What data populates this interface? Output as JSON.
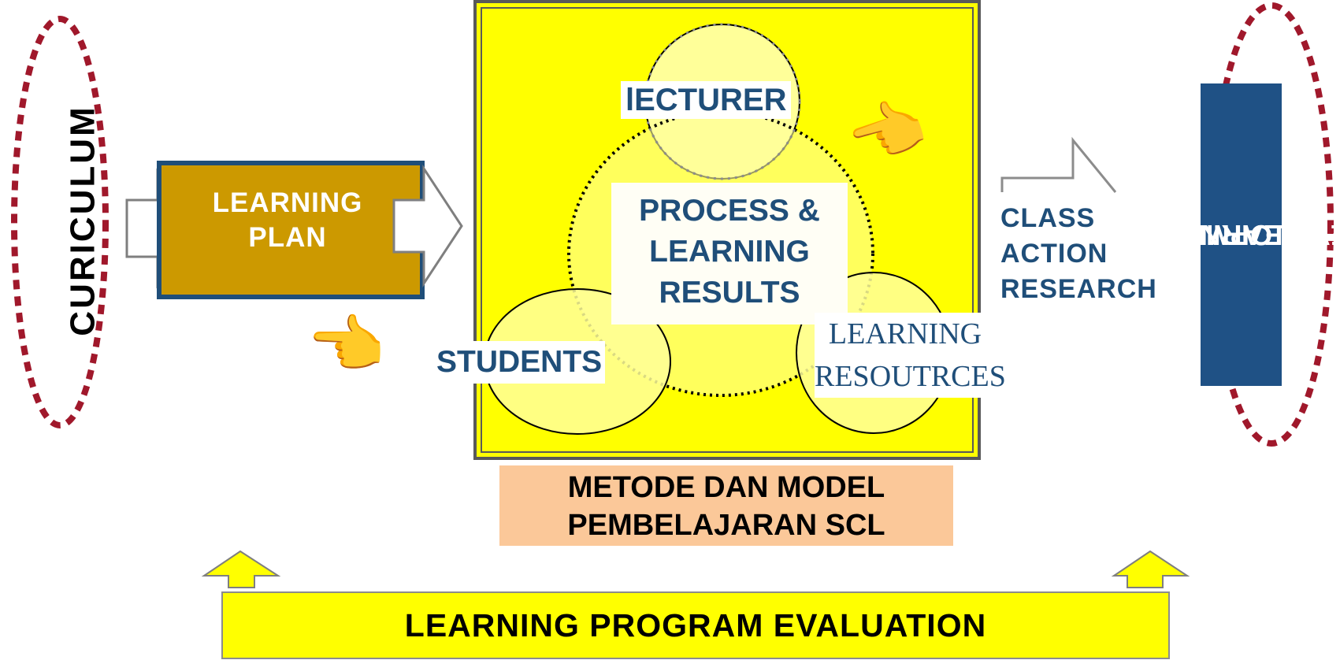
{
  "left_label": "CURICULUM",
  "learning_plan": {
    "line1": "LEARNING",
    "line2": "PLAN"
  },
  "center": {
    "lecturer": "lECTURER",
    "process_line1": "PROCESS &",
    "process_line2": "LEARNING",
    "process_line3": "RESULTS",
    "students": "STUDENTS",
    "resources_line1": "LEARNING",
    "resources_line2": "RESOUTRCES"
  },
  "metode": {
    "line1": "METODE DAN MODEL",
    "line2": "PEMBELAJARAN SCL"
  },
  "class_action": {
    "line1": "CLASS",
    "line2": "ACTION",
    "line3": "RESEARCH"
  },
  "right_label": {
    "line1": "LEARNING",
    "line2": "DEVELOPMENT"
  },
  "evaluation": "LEARNING PROGRAM EVALUATION",
  "icons": {
    "hand": "pointing-hand-icon",
    "hand_glyph": "👉"
  },
  "colors": {
    "yellow": "#ffff00",
    "plan_gold": "#cc9900",
    "navy": "#1f4e79",
    "dev_blue": "#1f5185",
    "peach": "#fbc899",
    "dashed_red": "#a0182b"
  }
}
